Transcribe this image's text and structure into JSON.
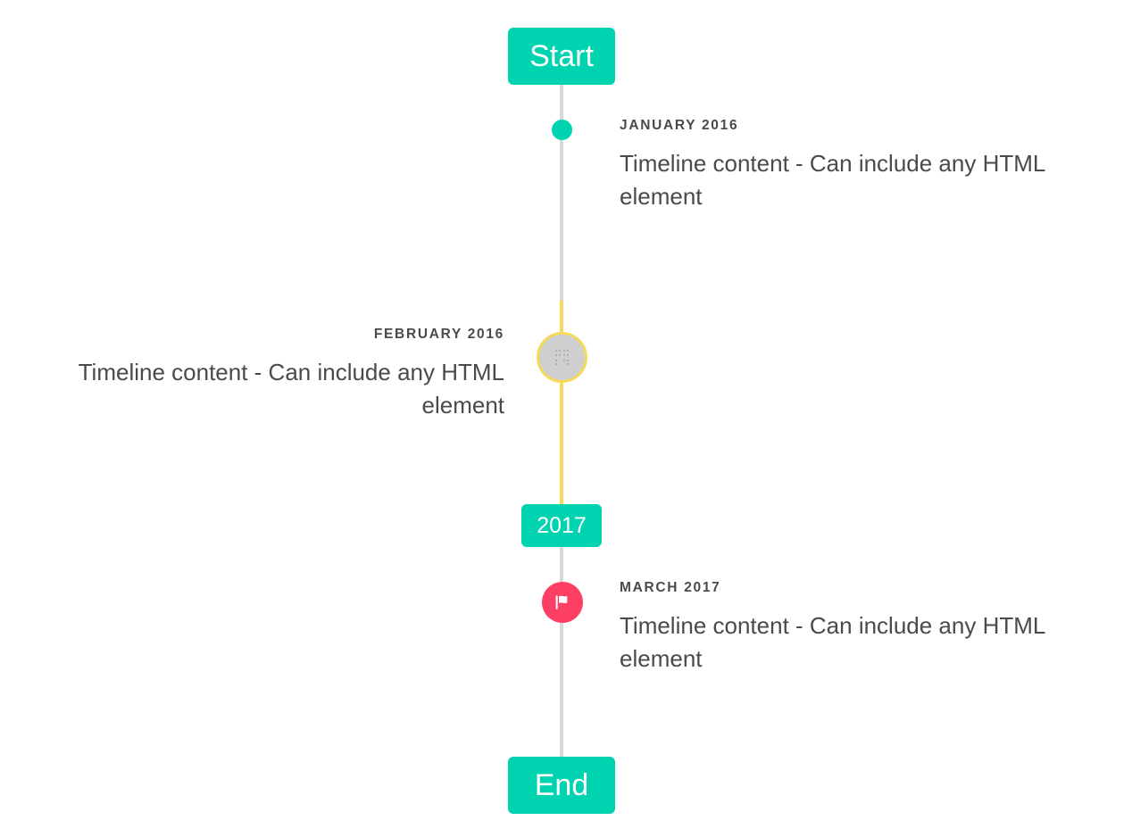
{
  "component": {
    "type": "vertical-timeline",
    "colors": {
      "accent_teal": "#00d3b0",
      "accent_yellow": "#f7d959",
      "accent_pink": "#fc3f62",
      "line_gray": "#d8d8d8",
      "marker_gray": "#cfcfcf",
      "text_gray": "#4a4a4a",
      "badge_text": "#ffffff",
      "background": "#ffffff"
    }
  },
  "caps": {
    "start": {
      "label": "Start"
    },
    "middle": {
      "label": "2017"
    },
    "end": {
      "label": "End"
    }
  },
  "entries": [
    {
      "id": "january-2016",
      "date": "JANUARY 2016",
      "body": "Timeline content - Can include any HTML element",
      "side": "right",
      "marker": {
        "icon": "dot-icon",
        "color": "#00d3b0",
        "style": "filled-dot"
      }
    },
    {
      "id": "february-2016",
      "date": "FEBRUARY 2016",
      "body": "Timeline content - Can include any HTML element",
      "side": "left",
      "marker": {
        "icon": "missing-glyph-icon",
        "color": "#f7d959",
        "style": "ringed-circle"
      }
    },
    {
      "id": "march-2017",
      "date": "MARCH 2017",
      "body": "Timeline content - Can include any HTML element",
      "side": "right",
      "marker": {
        "icon": "flag-icon",
        "color": "#fc3f62",
        "style": "filled-circle-icon"
      }
    }
  ]
}
